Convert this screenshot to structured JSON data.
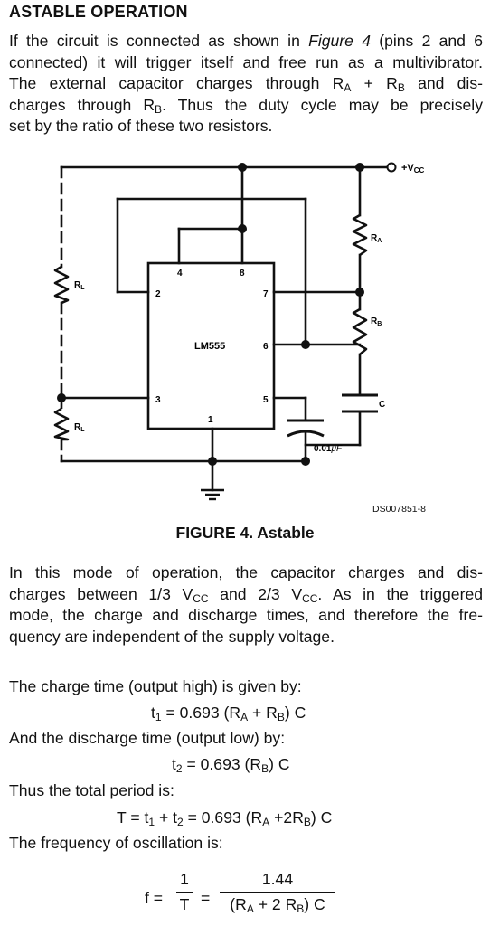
{
  "heading": "ASTABLE OPERATION",
  "intro_lines": [
    [
      "If the circuit is connected as shown in ",
      {
        "i": "Figure 4"
      },
      " (pins 2 and 6"
    ],
    [
      "connected) it will trigger itself and free run as a multivibrator."
    ],
    [
      "The external capacitor charges through R",
      {
        "sub": "A"
      },
      " + R",
      {
        "sub": "B"
      },
      " and dis-"
    ],
    [
      "charges through R",
      {
        "sub": "B"
      },
      ". Thus the duty cycle may be precisely"
    ],
    [
      "set by the ratio of these two resistors."
    ]
  ],
  "diagram": {
    "vcc_label": "+V",
    "vcc_sub": "CC",
    "ic_label": "LM555",
    "pins": {
      "p1": "1",
      "p2": "2",
      "p3": "3",
      "p4": "4",
      "p5": "5",
      "p6": "6",
      "p7": "7",
      "p8": "8"
    },
    "ra": "R",
    "ra_sub": "A",
    "rb": "R",
    "rb_sub": "B",
    "rl": "R",
    "rl_sub": "L",
    "c_label": "C",
    "c2_label": "0.01",
    "c2_unit": "μF",
    "ds_code": "DS007851-8"
  },
  "caption": "FIGURE 4. Astable",
  "mode_lines": [
    [
      "In this mode of operation, the capacitor charges and dis-"
    ],
    [
      "charges between 1/3 V",
      {
        "sub": "CC"
      },
      " and 2/3 V",
      {
        "sub": "CC"
      },
      ". As in the triggered"
    ],
    [
      "mode, the charge and discharge times, and therefore the fre-"
    ],
    [
      "quency are independent of the supply voltage."
    ]
  ],
  "charge_intro": "The charge time (output high) is given by:",
  "eq_t1": [
    "t",
    {
      "sub": "1"
    },
    " = 0.693 (R",
    {
      "sub": "A"
    },
    " + R",
    {
      "sub": "B"
    },
    ") C"
  ],
  "discharge_intro": "And the discharge time (output low) by:",
  "eq_t2": [
    "t",
    {
      "sub": "2"
    },
    " = 0.693 (R",
    {
      "sub": "B"
    },
    ") C"
  ],
  "period_intro": "Thus the total period is:",
  "eq_T": [
    "T = t",
    {
      "sub": "1"
    },
    " + t",
    {
      "sub": "2"
    },
    " = 0.693 (R",
    {
      "sub": "A"
    },
    " +2R",
    {
      "sub": "B"
    },
    ") C"
  ],
  "freq_intro": "The frequency of oscillation is:",
  "freq": {
    "lhs": "f =",
    "num1": "1",
    "den1": "T",
    "eq": "=",
    "num2": "1.44",
    "den2": [
      "(R",
      {
        "sub": "A"
      },
      " + 2 R",
      {
        "sub": "B"
      },
      ") C"
    ]
  }
}
